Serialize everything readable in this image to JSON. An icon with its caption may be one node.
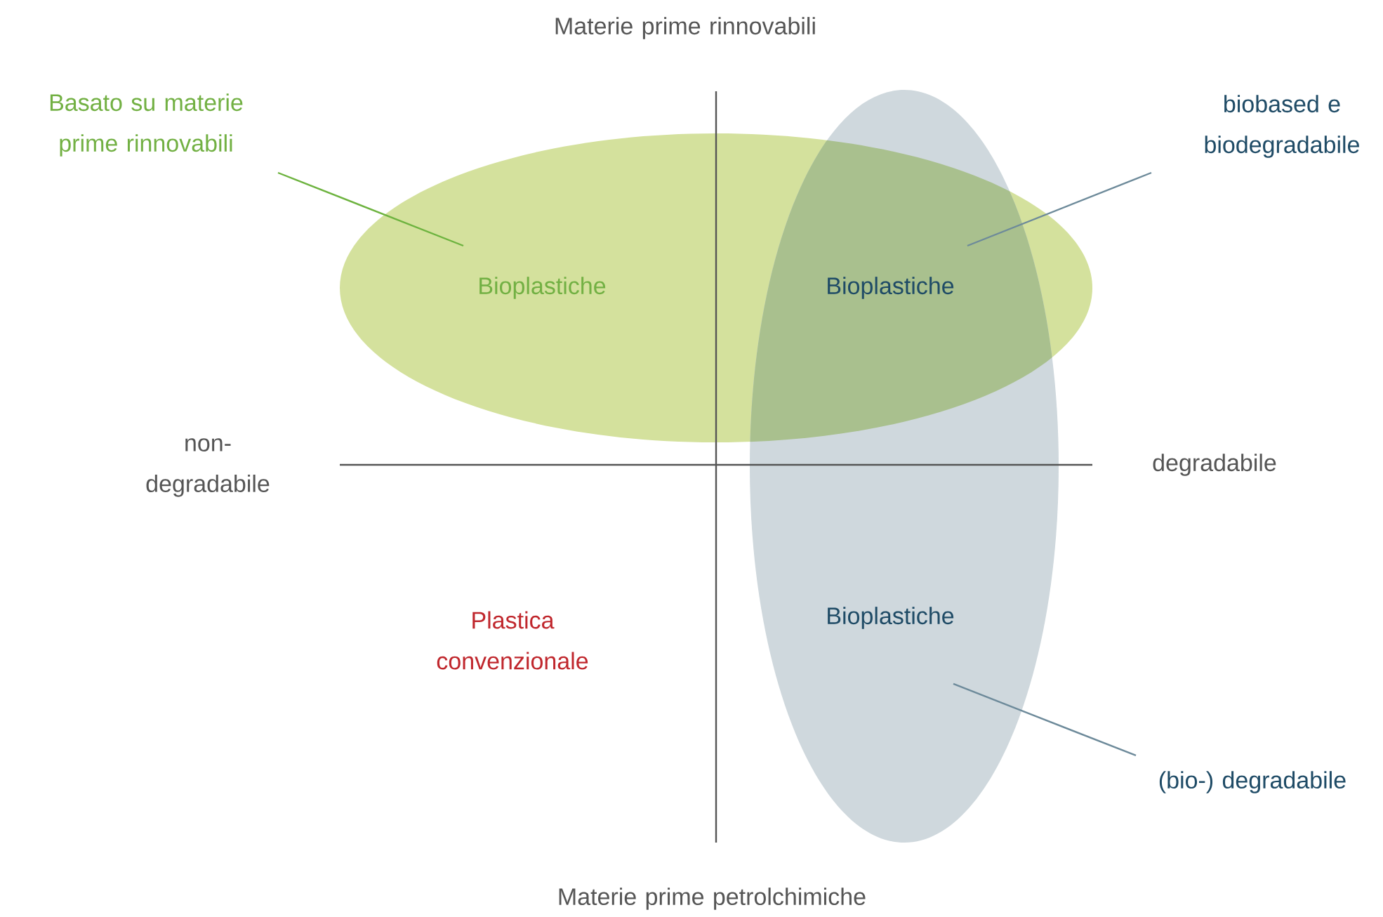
{
  "diagram": {
    "nodes": [
      {
        "text": [
          "Basato su materie prime rinnovabili"
        ]
      },
      {
        "text": [
          "Bioplastiche"
        ]
      },
      {
        "text": [
          "biobased e biodegradabile"
        ]
      },
      {
        "text": [
          "Bioplastiche"
        ]
      },
      {
        "text": [
          "Bioplastiche"
        ]
      },
      {
        "text": [
          "(bio-) degradabile"
        ]
      }
    ],
    "edges": [
      {
        "from": 0,
        "to": 1,
        "arrow": "none",
        "color": "#6db33f"
      },
      {
        "from": 2,
        "to": 3,
        "arrow": "none"
      },
      {
        "from": 5,
        "to": 4,
        "arrow": "none"
      }
    ],
    "labels": [
      "Materie prime rinnovabili",
      "non- degradabile",
      "degradabile",
      "Plastica convenzionale",
      "Materie prime petrolchimiche"
    ]
  }
}
